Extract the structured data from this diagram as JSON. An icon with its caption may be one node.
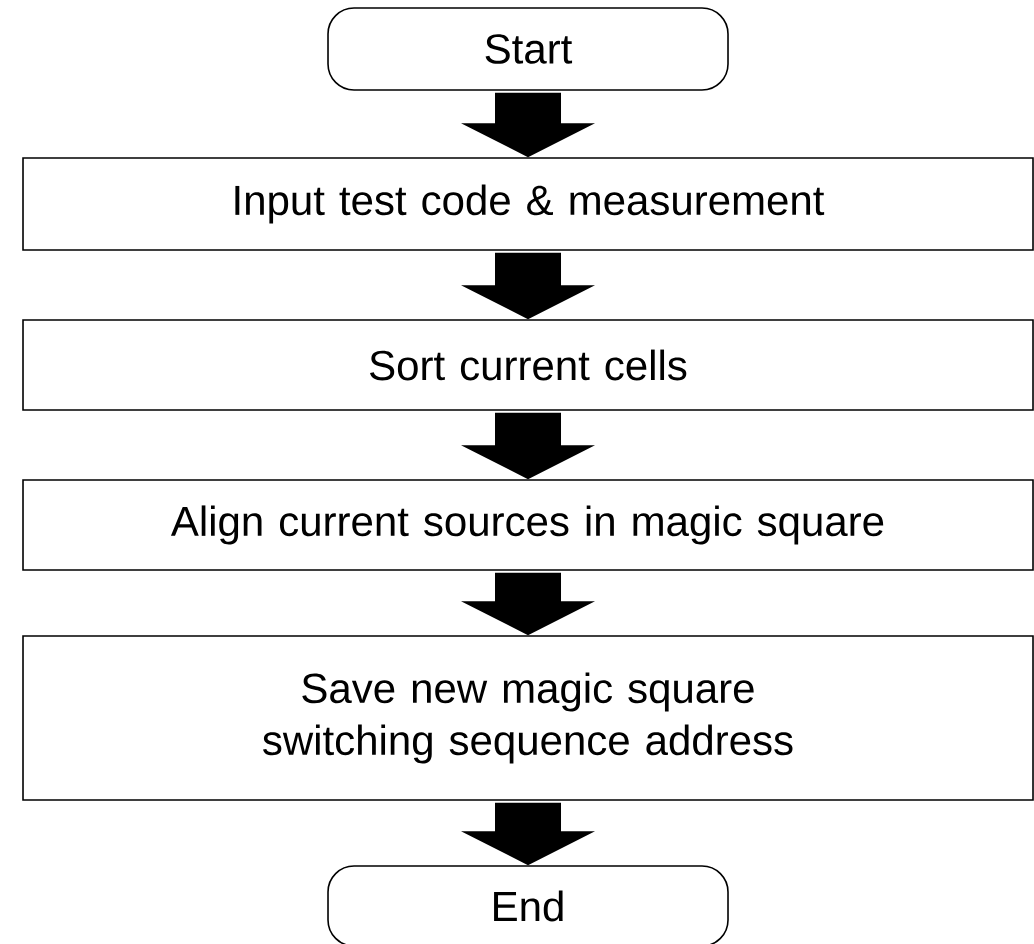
{
  "diagram": {
    "nodes": [
      {
        "text": [
          "Start"
        ]
      },
      {
        "text": [
          "Input test code & measurement"
        ]
      },
      {
        "text": [
          "Sort current cells"
        ]
      },
      {
        "text": [
          "Align current sources in magic square"
        ]
      },
      {
        "text": [
          "Save new magic square switching sequence address"
        ]
      },
      {
        "text": [
          "End"
        ]
      }
    ],
    "edges": [
      {
        "from": 0,
        "to": 1,
        "arrow": "to"
      },
      {
        "from": 1,
        "to": 2,
        "arrow": "to"
      },
      {
        "from": 2,
        "to": 3,
        "arrow": "to"
      },
      {
        "from": 3,
        "to": 4,
        "arrow": "to"
      },
      {
        "from": 4,
        "to": 5,
        "arrow": "to"
      }
    ]
  }
}
